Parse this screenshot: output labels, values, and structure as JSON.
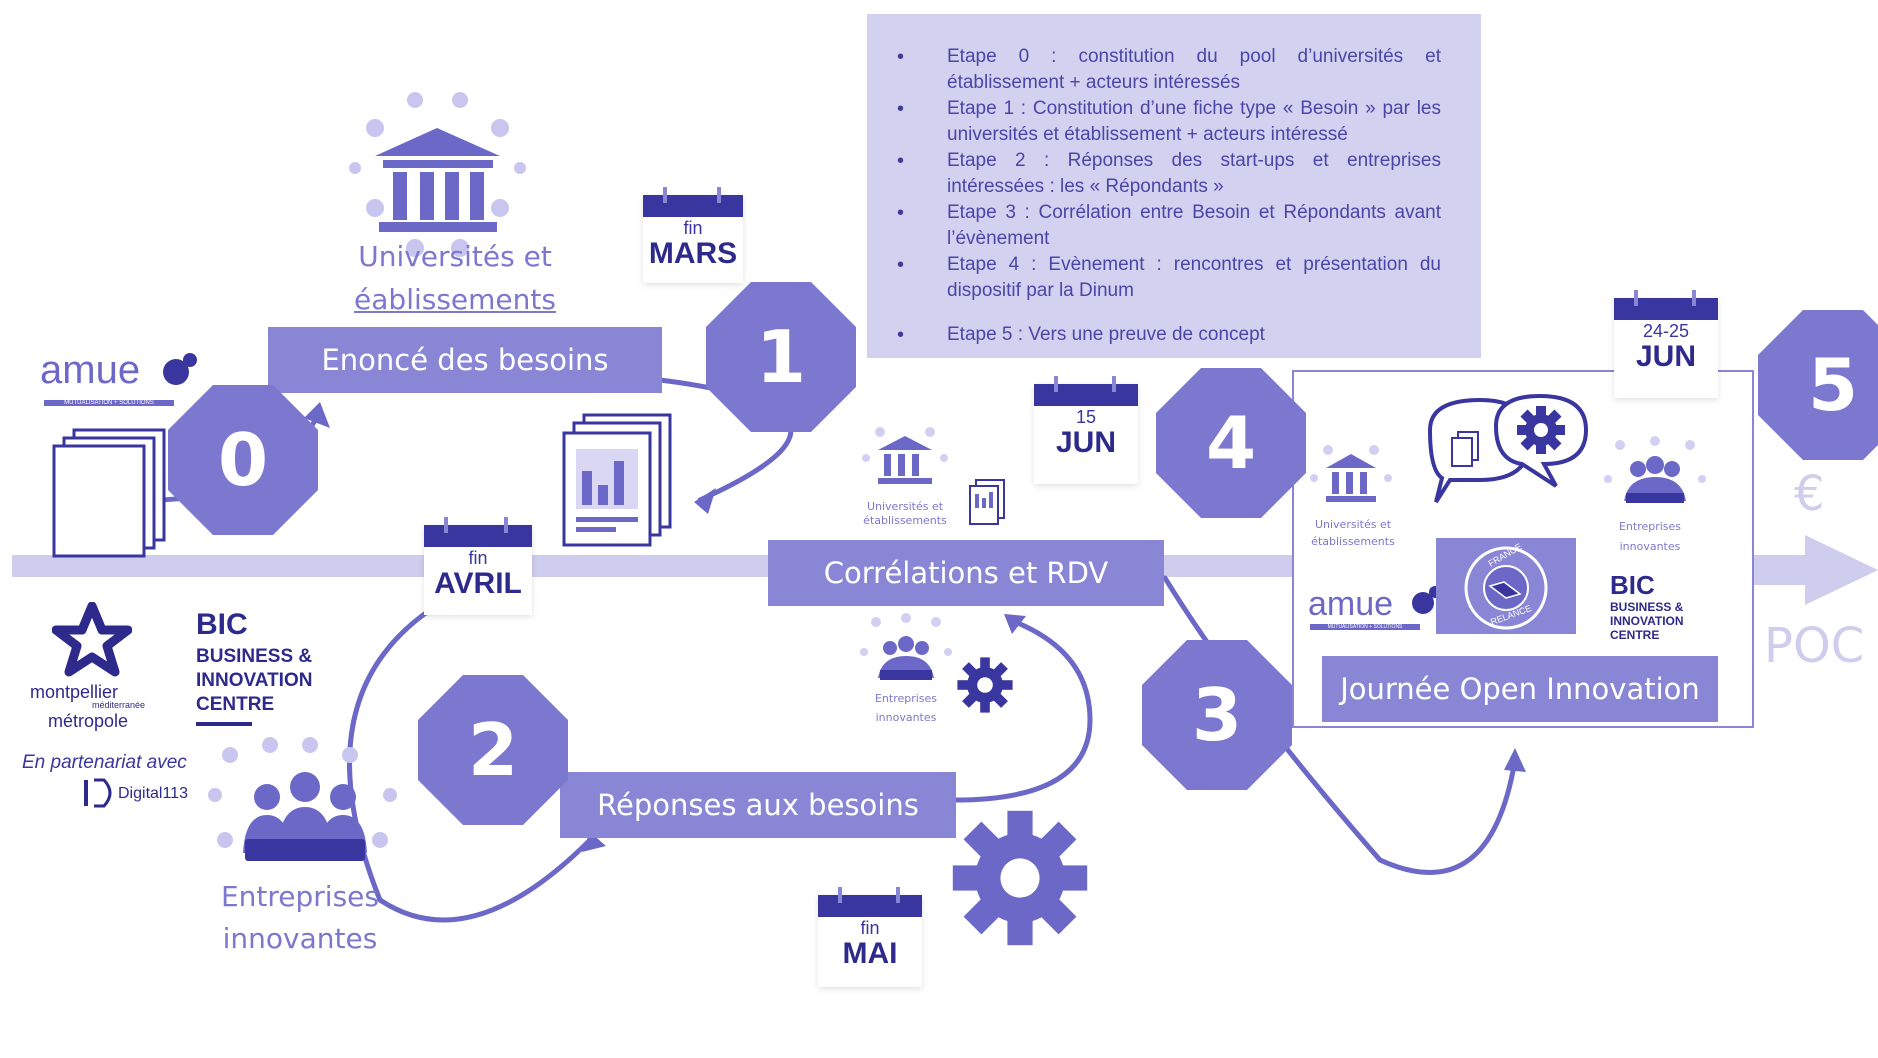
{
  "steps": {
    "box0": "Enoncé des besoins",
    "box_corr": "Corrélations et RDV",
    "box_rep": "Réponses aux besoins",
    "box_open": "Journée Open Innovation",
    "n0": "0",
    "n1": "1",
    "n2": "2",
    "n3": "3",
    "n4": "4",
    "n5": "5"
  },
  "legend": [
    "Etape 0 : constitution du pool d’universités et établissement + acteurs intéressés",
    "Etape 1 : Constitution d’une fiche type « Besoin » par les universités et établissement + acteurs intéressé",
    "Etape 2 : Réponses des start-ups et entreprises intéressées : les « Répondants »",
    "Etape 3 : Corrélation entre Besoin et Répondants avant l’évènement",
    "Etape 4 : Evènement : rencontres et présentation du dispositif par la Dinum",
    "Etape 5 : Vers une preuve de concept"
  ],
  "calendars": {
    "mars": {
      "small": "fin",
      "big": "MARS"
    },
    "avril": {
      "small": "fin",
      "big": "AVRIL"
    },
    "mai": {
      "small": "fin",
      "big": "MAI"
    },
    "jun15": {
      "small": "15",
      "big": "JUN"
    },
    "jun2425": {
      "small": "24-25",
      "big": "JUN"
    }
  },
  "groups": {
    "univ_line1": "Universités et",
    "univ_line2": "éablissements",
    "entr_line1": "Entreprises",
    "entr_line2": "innovantes",
    "univ_small1": "Universités et",
    "univ_small2": "établissements",
    "entr_small1": "Entreprises",
    "entr_small2": "innovantes"
  },
  "logos": {
    "amue": "amue",
    "amue_sub": "MUTUALISATION + SOLUTIONS",
    "montpellier1": "montpellier",
    "montpellier2": "méditerranée",
    "montpellier3": "métropole",
    "bic": "BIC",
    "bic_l1": "BUSINESS &",
    "bic_l2": "INNOVATION",
    "bic_l3": "CENTRE",
    "partner": "En partenariat avec",
    "digital": "Digital113",
    "france1": "FRANCE",
    "france2": "RELANCE"
  },
  "end": {
    "euro": "€",
    "plus": "+",
    "poc": "POC"
  },
  "colors": {
    "accent": "#8a86d6",
    "dark": "#2e2a8c",
    "line": "#cfcdee"
  }
}
